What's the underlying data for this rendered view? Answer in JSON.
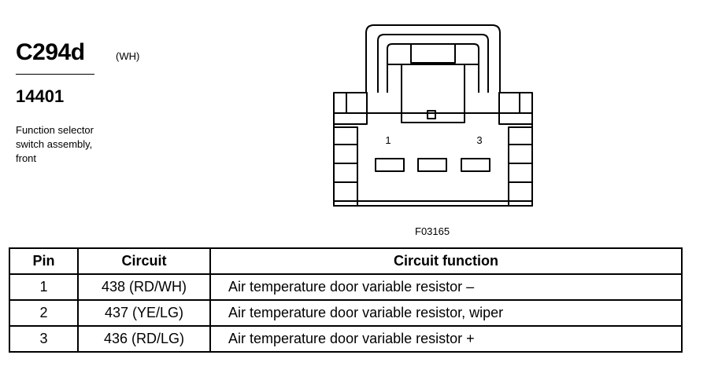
{
  "header": {
    "connector_id": "C294d",
    "connector_color": "(WH)",
    "part_number": "14401",
    "description_lines": [
      "Function selector",
      "switch assembly,",
      "front"
    ]
  },
  "diagram": {
    "pin_label_left": "1",
    "pin_label_right": "3",
    "figure_code": "F03165"
  },
  "table": {
    "headers": [
      "Pin",
      "Circuit",
      "Circuit function"
    ],
    "rows": [
      {
        "pin": "1",
        "circuit": "438 (RD/WH)",
        "function": "Air temperature door variable resistor –"
      },
      {
        "pin": "2",
        "circuit": "437 (YE/LG)",
        "function": "Air temperature door variable resistor, wiper"
      },
      {
        "pin": "3",
        "circuit": "436 (RD/LG)",
        "function": "Air temperature door variable resistor +"
      }
    ]
  }
}
